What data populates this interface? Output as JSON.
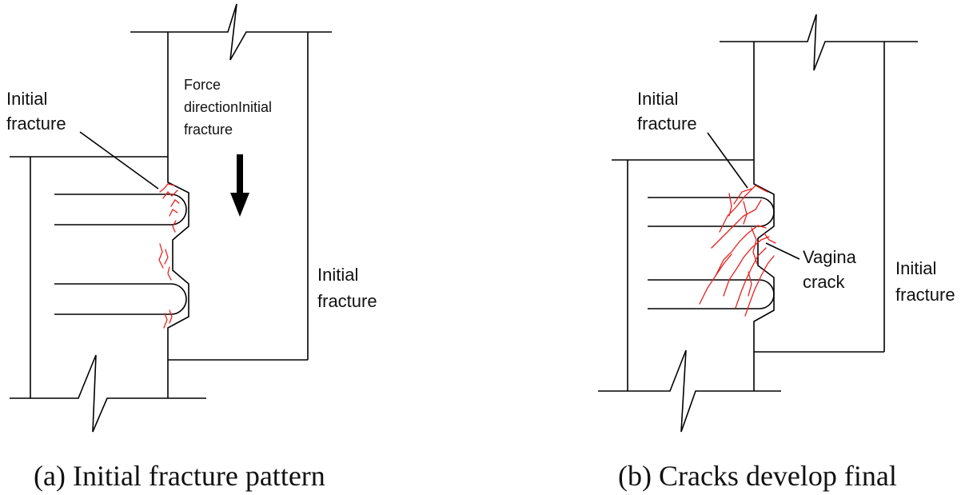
{
  "panel_a": {
    "label_initial_fracture_left": [
      "Initial",
      "fracture"
    ],
    "label_force": [
      "Force",
      "directionInitial",
      "fracture"
    ],
    "label_initial_fracture_right": [
      "Initial",
      "fracture"
    ],
    "caption": "(a) Initial fracture pattern"
  },
  "panel_b": {
    "label_initial_fracture_top": [
      "Initial",
      "fracture"
    ],
    "label_vagina_crack": [
      "Vagina",
      "crack"
    ],
    "label_initial_fracture_right": [
      "Initial",
      "fracture"
    ],
    "caption": "(b) Cracks develop final"
  },
  "colors": {
    "line": "#000000",
    "crack": "#e8201f",
    "arrow": "#000000"
  }
}
